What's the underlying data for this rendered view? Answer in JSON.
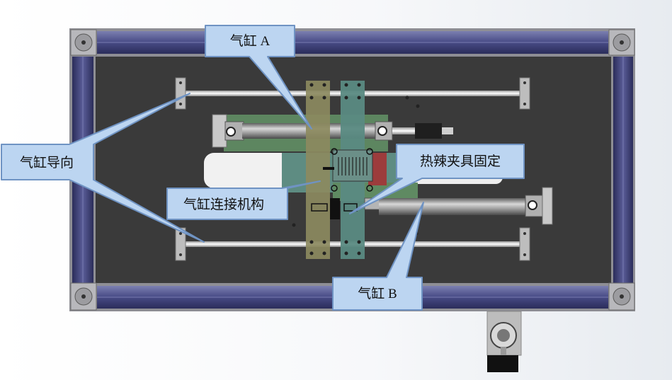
{
  "callouts": {
    "cylinder_a": "气缸 A",
    "cylinder_guide": "气缸导向",
    "cylinder_link": "气缸连接机构",
    "clamp_fixed": "热辣夹具固定",
    "cylinder_b": "气缸 B"
  },
  "colors": {
    "frame_rail": "#4a4d86",
    "frame_rail_dark": "#2c2e5c",
    "base_plate": "#3b3b3b",
    "callout_fill": "#bcd5f1",
    "callout_stroke": "#6f93c3",
    "green_panel": "#5f8a62",
    "tan_bar": "#8c8a60",
    "teal_bar": "#5c8c84",
    "red_block": "#9c3c3c"
  }
}
